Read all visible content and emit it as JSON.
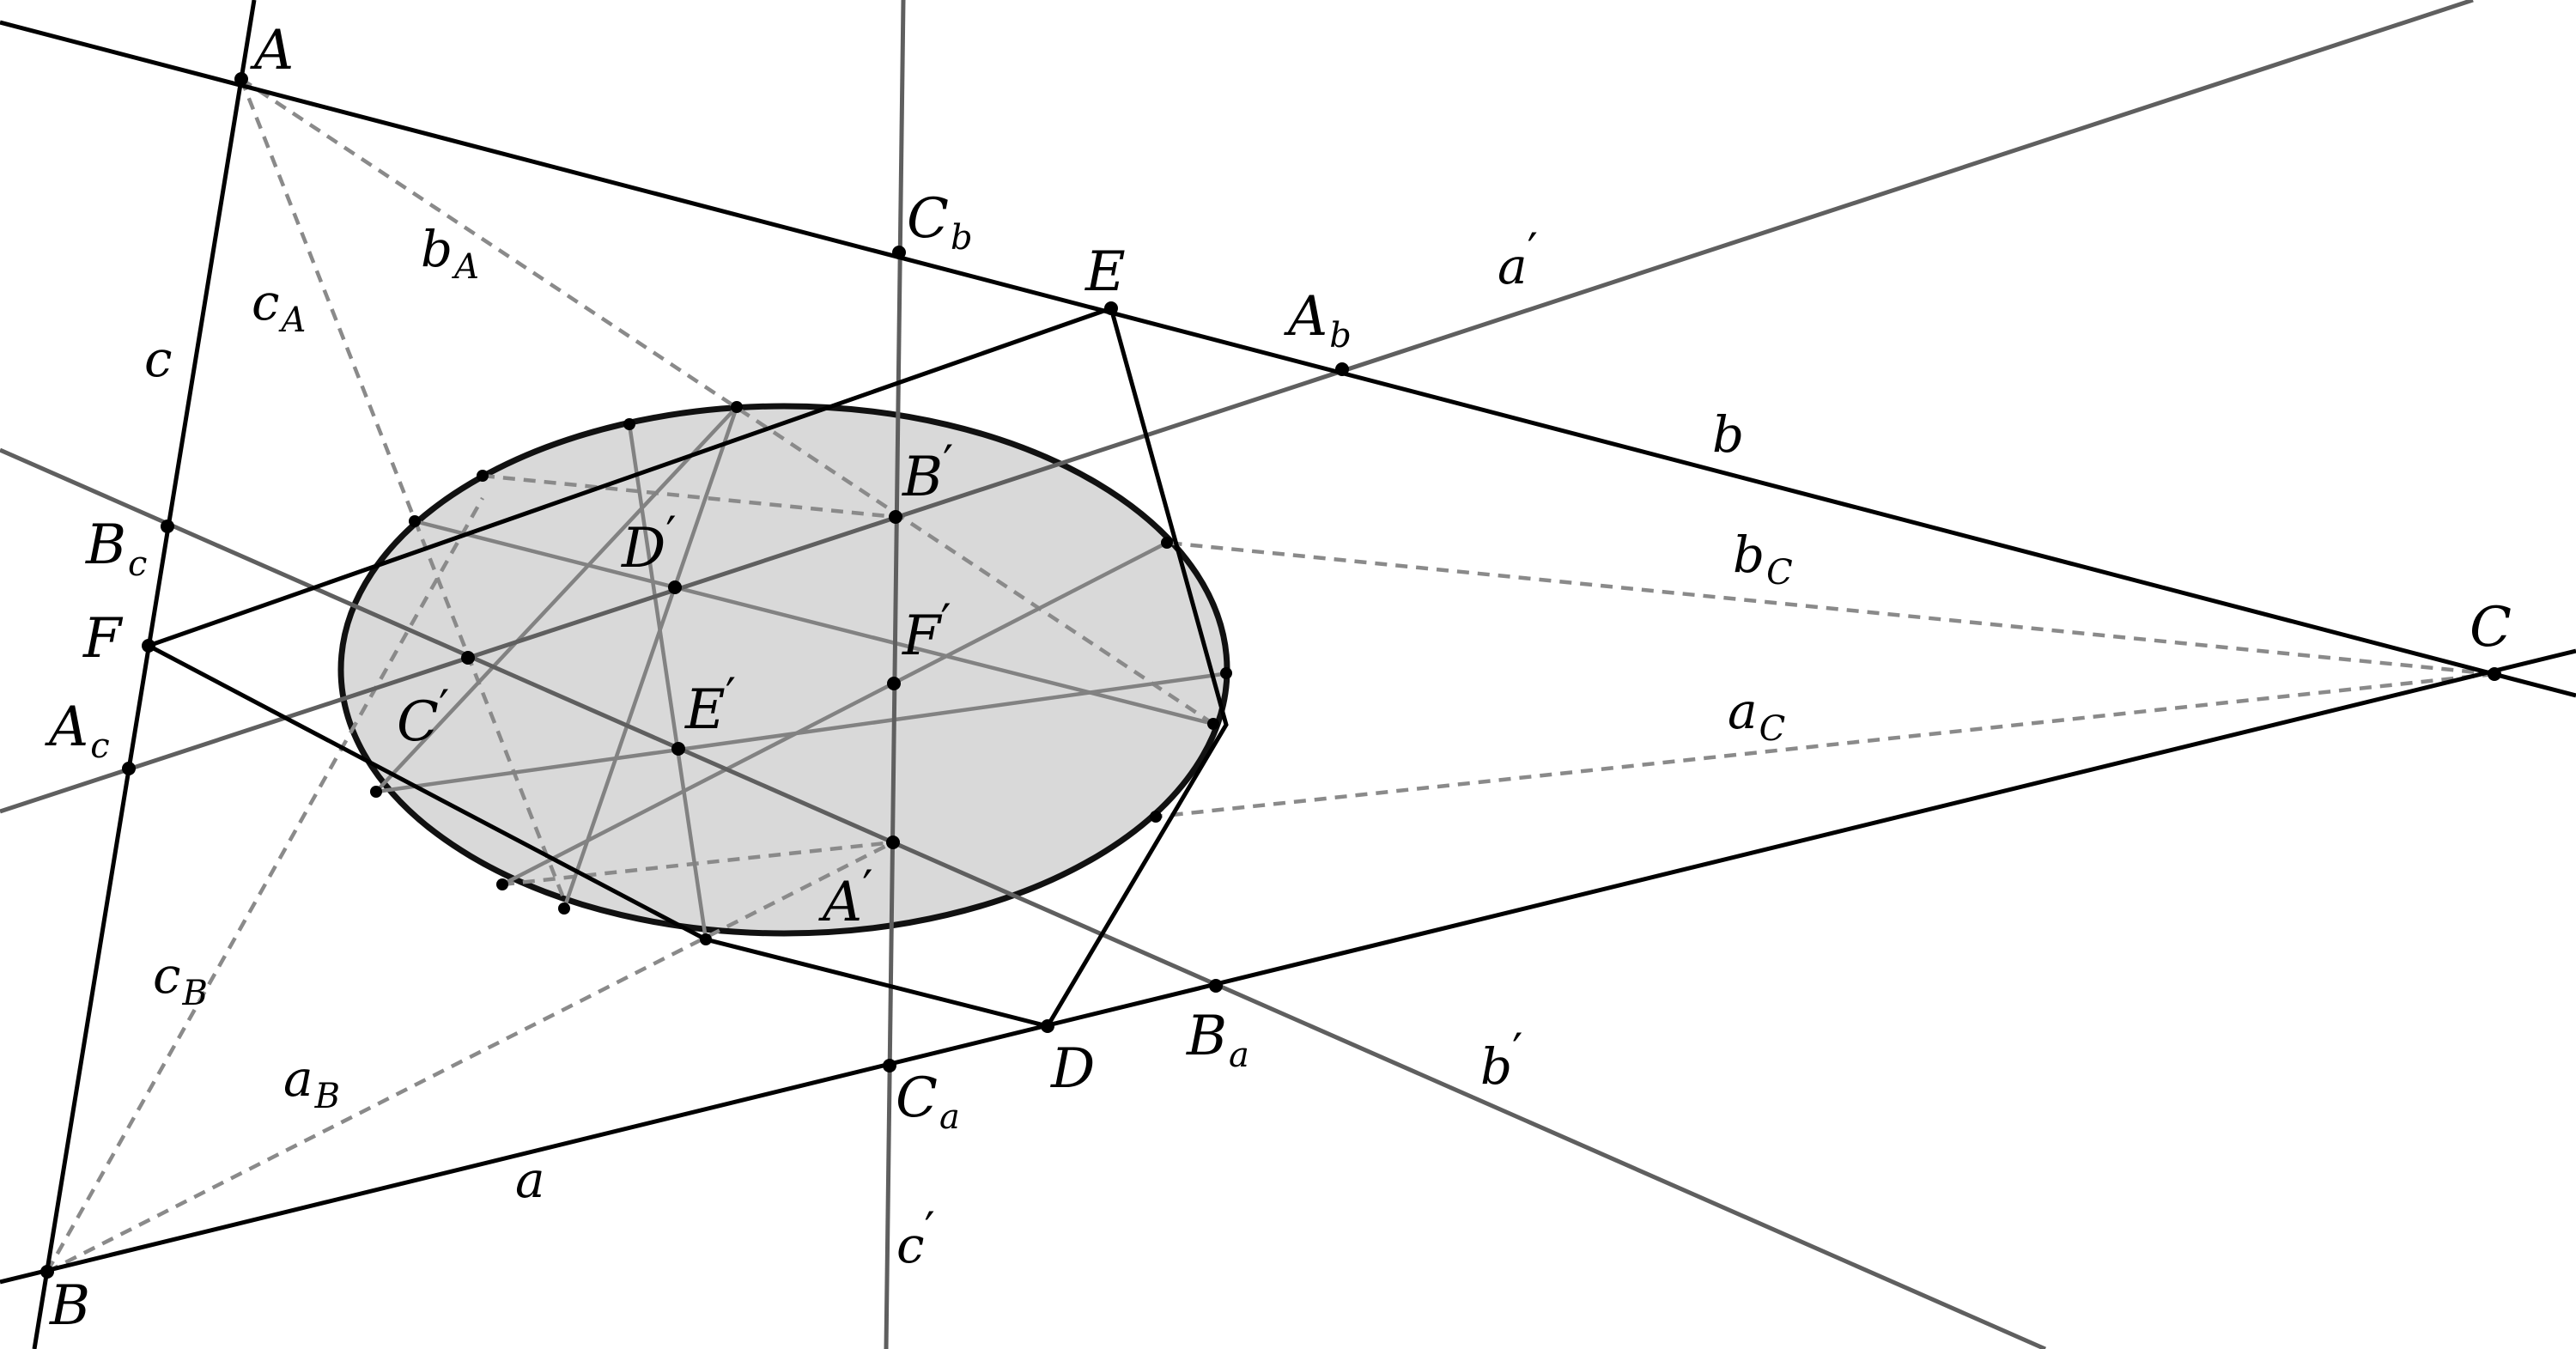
{
  "colors": {
    "background": "#ffffff",
    "black_line": "#000000",
    "gray_line": "#5f5f5f",
    "light_gray_line": "#828282",
    "dashed_line": "#8a8a8a",
    "ellipse_fill": "#d9d9d9",
    "ellipse_stroke": "#111111"
  },
  "labels": {
    "A": {
      "base": "A",
      "sub": "",
      "prime": false
    },
    "B": {
      "base": "B",
      "sub": "",
      "prime": false
    },
    "C": {
      "base": "C",
      "sub": "",
      "prime": false
    },
    "D": {
      "base": "D",
      "sub": "",
      "prime": false
    },
    "E": {
      "base": "E",
      "sub": "",
      "prime": false
    },
    "F": {
      "base": "F",
      "sub": "",
      "prime": false
    },
    "Ap": {
      "base": "A",
      "sub": "",
      "prime": true
    },
    "Bp": {
      "base": "B",
      "sub": "",
      "prime": true
    },
    "Cp": {
      "base": "C",
      "sub": "",
      "prime": true
    },
    "Dp": {
      "base": "D",
      "sub": "",
      "prime": true
    },
    "Ep": {
      "base": "E",
      "sub": "",
      "prime": true
    },
    "Fp": {
      "base": "F",
      "sub": "",
      "prime": true
    },
    "Ab": {
      "base": "A",
      "sub": "b",
      "prime": false
    },
    "Ac": {
      "base": "A",
      "sub": "c",
      "prime": false
    },
    "Ba": {
      "base": "B",
      "sub": "a",
      "prime": false
    },
    "Bc": {
      "base": "B",
      "sub": "c",
      "prime": false
    },
    "Ca": {
      "base": "C",
      "sub": "a",
      "prime": false
    },
    "Cb": {
      "base": "C",
      "sub": "b",
      "prime": false
    },
    "a": {
      "base": "a",
      "sub": "",
      "prime": false
    },
    "b": {
      "base": "b",
      "sub": "",
      "prime": false
    },
    "c": {
      "base": "c",
      "sub": "",
      "prime": false
    },
    "ap": {
      "base": "a",
      "sub": "",
      "prime": true
    },
    "bp": {
      "base": "b",
      "sub": "",
      "prime": true
    },
    "cp": {
      "base": "c",
      "sub": "",
      "prime": true
    },
    "bA": {
      "base": "b",
      "sub": "A",
      "prime": false
    },
    "cA": {
      "base": "c",
      "sub": "A",
      "prime": false
    },
    "aB": {
      "base": "a",
      "sub": "B",
      "prime": false
    },
    "cB": {
      "base": "c",
      "sub": "B",
      "prime": false
    },
    "aC": {
      "base": "a",
      "sub": "C",
      "prime": false
    },
    "bC": {
      "base": "b",
      "sub": "C",
      "prime": false
    }
  }
}
